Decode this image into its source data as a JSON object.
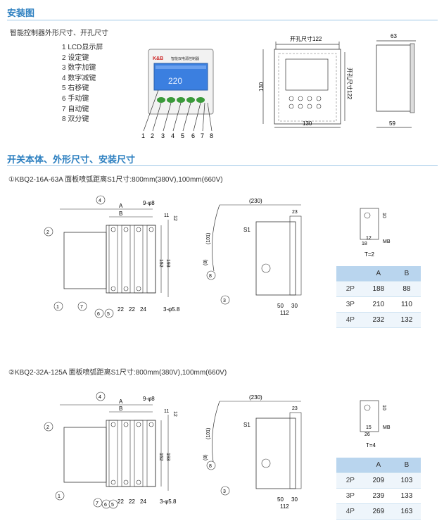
{
  "section1": {
    "title": "安装图",
    "subtitle": "智能控制器外形尺寸、开孔尺寸",
    "legend": [
      "1 LCD显示屏",
      "2 设定键",
      "3 数字加键",
      "4 数字减键",
      "5 右移键",
      "6 手动键",
      "7 自动键",
      "8 双分键"
    ],
    "controller": {
      "brand": "K&B",
      "name": "智能双电源控制器",
      "lcd_value": "220",
      "callouts": [
        "1",
        "2",
        "3",
        "4",
        "5",
        "6",
        "7",
        "8"
      ]
    },
    "front_view": {
      "hole_label": "开孔尺寸122",
      "hole_vertical_label": "开孔尺寸122",
      "height": "130",
      "width": "130"
    },
    "side_view": {
      "depth": "63",
      "body": "59"
    }
  },
  "section2": {
    "title": "开关本体、外形尺寸、安装尺寸"
  },
  "model1": {
    "caption": "①KBQ2-16A-63A 面板喷弧距离S1尺寸:800mm(380V),100mm(660V)",
    "dims": {
      "A": "A",
      "B": "B",
      "hole": "9-φ8",
      "d11": "11",
      "d12": "12",
      "d152": "152",
      "d193": "193",
      "d22a": "22",
      "d22b": "22",
      "d24": "24",
      "holes_bottom": "3-φ5.8",
      "d230": "(230)",
      "d23": "23",
      "d101": "(101)",
      "d8": "(8)",
      "S1": "S1",
      "d50": "50",
      "d30": "30",
      "d112": "112",
      "d10": "10",
      "d18": "18",
      "d12b": "12",
      "MB": "MB",
      "T": "T=2"
    },
    "callouts": [
      "1",
      "2",
      "3",
      "4",
      "5",
      "6",
      "7",
      "8"
    ],
    "table": {
      "headers": [
        "",
        "A",
        "B"
      ],
      "rows": [
        [
          "2P",
          "188",
          "88"
        ],
        [
          "3P",
          "210",
          "110"
        ],
        [
          "4P",
          "232",
          "132"
        ]
      ]
    }
  },
  "model2": {
    "caption": "②KBQ2-32A-125A 面板喷弧距离S1尺寸:800mm(380V),100mm(660V)",
    "dims": {
      "A": "A",
      "B": "B",
      "hole": "9-φ8",
      "d11": "11",
      "d12": "12",
      "d152": "152",
      "d193": "193",
      "d22a": "22",
      "d22b": "22",
      "d24": "24",
      "holes_bottom": "3-φ5.8",
      "d230": "(230)",
      "d23": "23",
      "d101": "(101)",
      "d8": "(8)",
      "S1": "S1",
      "d50": "50",
      "d30": "30",
      "d112": "112",
      "d10": "10",
      "d15": "15",
      "d26": "26",
      "MB": "MB",
      "T": "T=4"
    },
    "callouts": [
      "1",
      "2",
      "3",
      "4",
      "5",
      "6",
      "7",
      "8"
    ],
    "table": {
      "headers": [
        "",
        "A",
        "B"
      ],
      "rows": [
        [
          "2P",
          "209",
          "103"
        ],
        [
          "3P",
          "239",
          "133"
        ],
        [
          "4P",
          "269",
          "163"
        ]
      ]
    }
  },
  "colors": {
    "heading": "#2c7fc0",
    "rule": "#9cc6e6",
    "lcd": "#3b7fe0",
    "button": "#3a9a3a",
    "table_header": "#b9d5ee"
  }
}
